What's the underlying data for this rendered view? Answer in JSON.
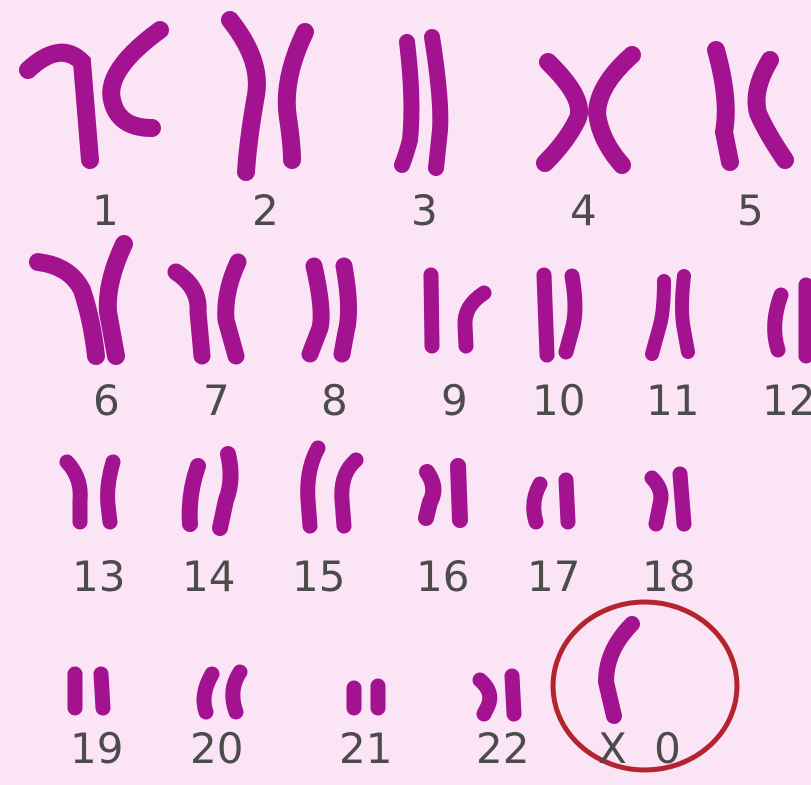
{
  "pairs": [
    {
      "label": "1"
    },
    {
      "label": "2"
    },
    {
      "label": "3"
    },
    {
      "label": "4"
    },
    {
      "label": "5"
    },
    {
      "label": "6"
    },
    {
      "label": "7"
    },
    {
      "label": "8"
    },
    {
      "label": "9"
    },
    {
      "label": "10"
    },
    {
      "label": "11"
    },
    {
      "label": "12"
    },
    {
      "label": "13"
    },
    {
      "label": "14"
    },
    {
      "label": "15"
    },
    {
      "label": "16"
    },
    {
      "label": "17"
    },
    {
      "label": "18"
    },
    {
      "label": "19"
    },
    {
      "label": "20"
    },
    {
      "label": "21"
    },
    {
      "label": "22"
    }
  ],
  "sex_chromosomes": {
    "label": "X 0",
    "highlighted": true
  },
  "colors": {
    "background": "#fbe4f6",
    "chromosome": "#a3128f",
    "highlight_circle": "#b3242c",
    "label_text": "#4c4c4c"
  }
}
